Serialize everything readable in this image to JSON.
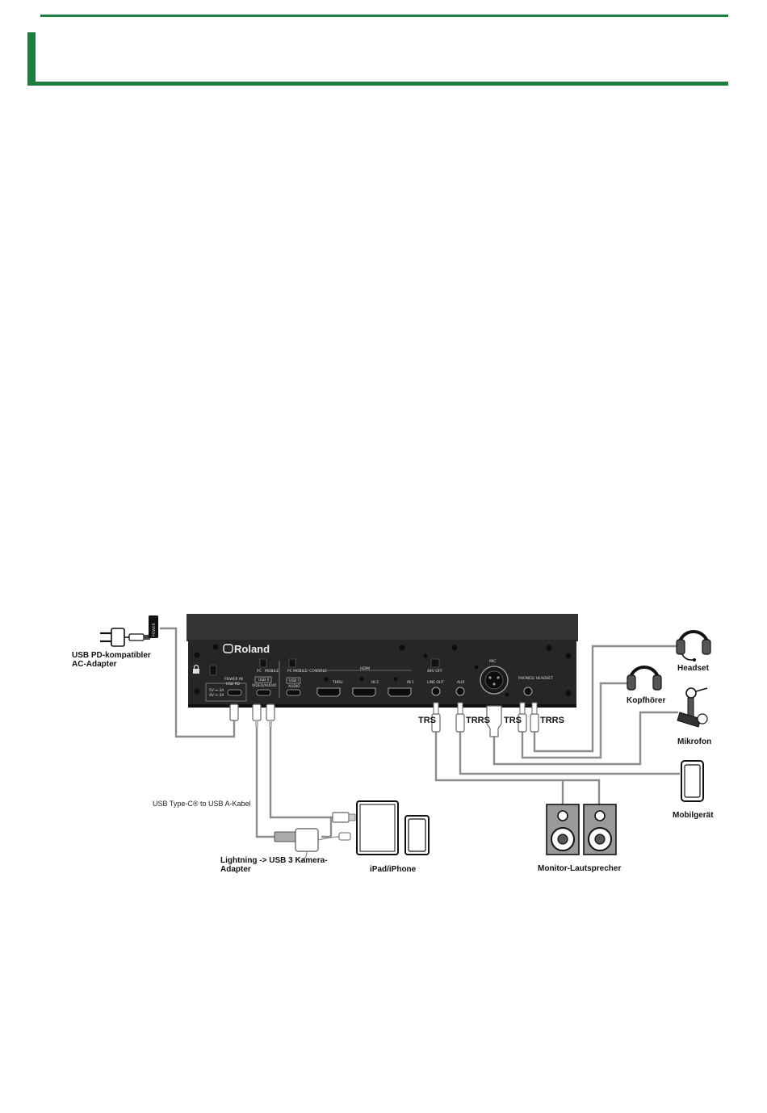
{
  "header": {
    "title": ""
  },
  "diagram": {
    "device_logo": "Roland",
    "panel": {
      "power_in": "POWER IN",
      "usb_pd": "USB PD",
      "rating_1": "5V ⎓ 3A",
      "rating_2": "9V ⎓ 3A",
      "pc": "PC",
      "mobile": "MOBILE",
      "usb2": "USB II",
      "video_audio": "VIDEO/AUDIO",
      "mobile_console": "MOBILE/ CONSOLE",
      "usb1": "USB I",
      "audio": "AUDIO",
      "hdmi": "HDMI",
      "thru": "THRU",
      "in2": "IN 2",
      "in1": "IN 1",
      "phantom": "48V OFF",
      "line_out": "LINE OUT",
      "aux": "AUX",
      "mic": "MIC",
      "phones_headset": "PHONES/ HEADSET"
    },
    "adapter_tag": "POWER",
    "labels": {
      "ac_adapter_1": "USB PD-kompatibler",
      "ac_adapter_2": "AC-Adapter",
      "headset": "Headset",
      "headphones": "Kopfhörer",
      "microphone": "Mikrofon",
      "mobile_device": "Mobilgerät",
      "usb_cable": "USB Type-C® to USB A-Kabel",
      "camera_adapter_1": "Lightning -> USB 3 Kamera-",
      "camera_adapter_2": "Adapter",
      "ipad_iphone": "iPad/iPhone",
      "monitor_speakers": "Monitor-Lautsprecher"
    },
    "plugs": {
      "line_out": "TRS",
      "aux": "TRRS",
      "mic": "TRS",
      "headset": "TRRS"
    }
  }
}
